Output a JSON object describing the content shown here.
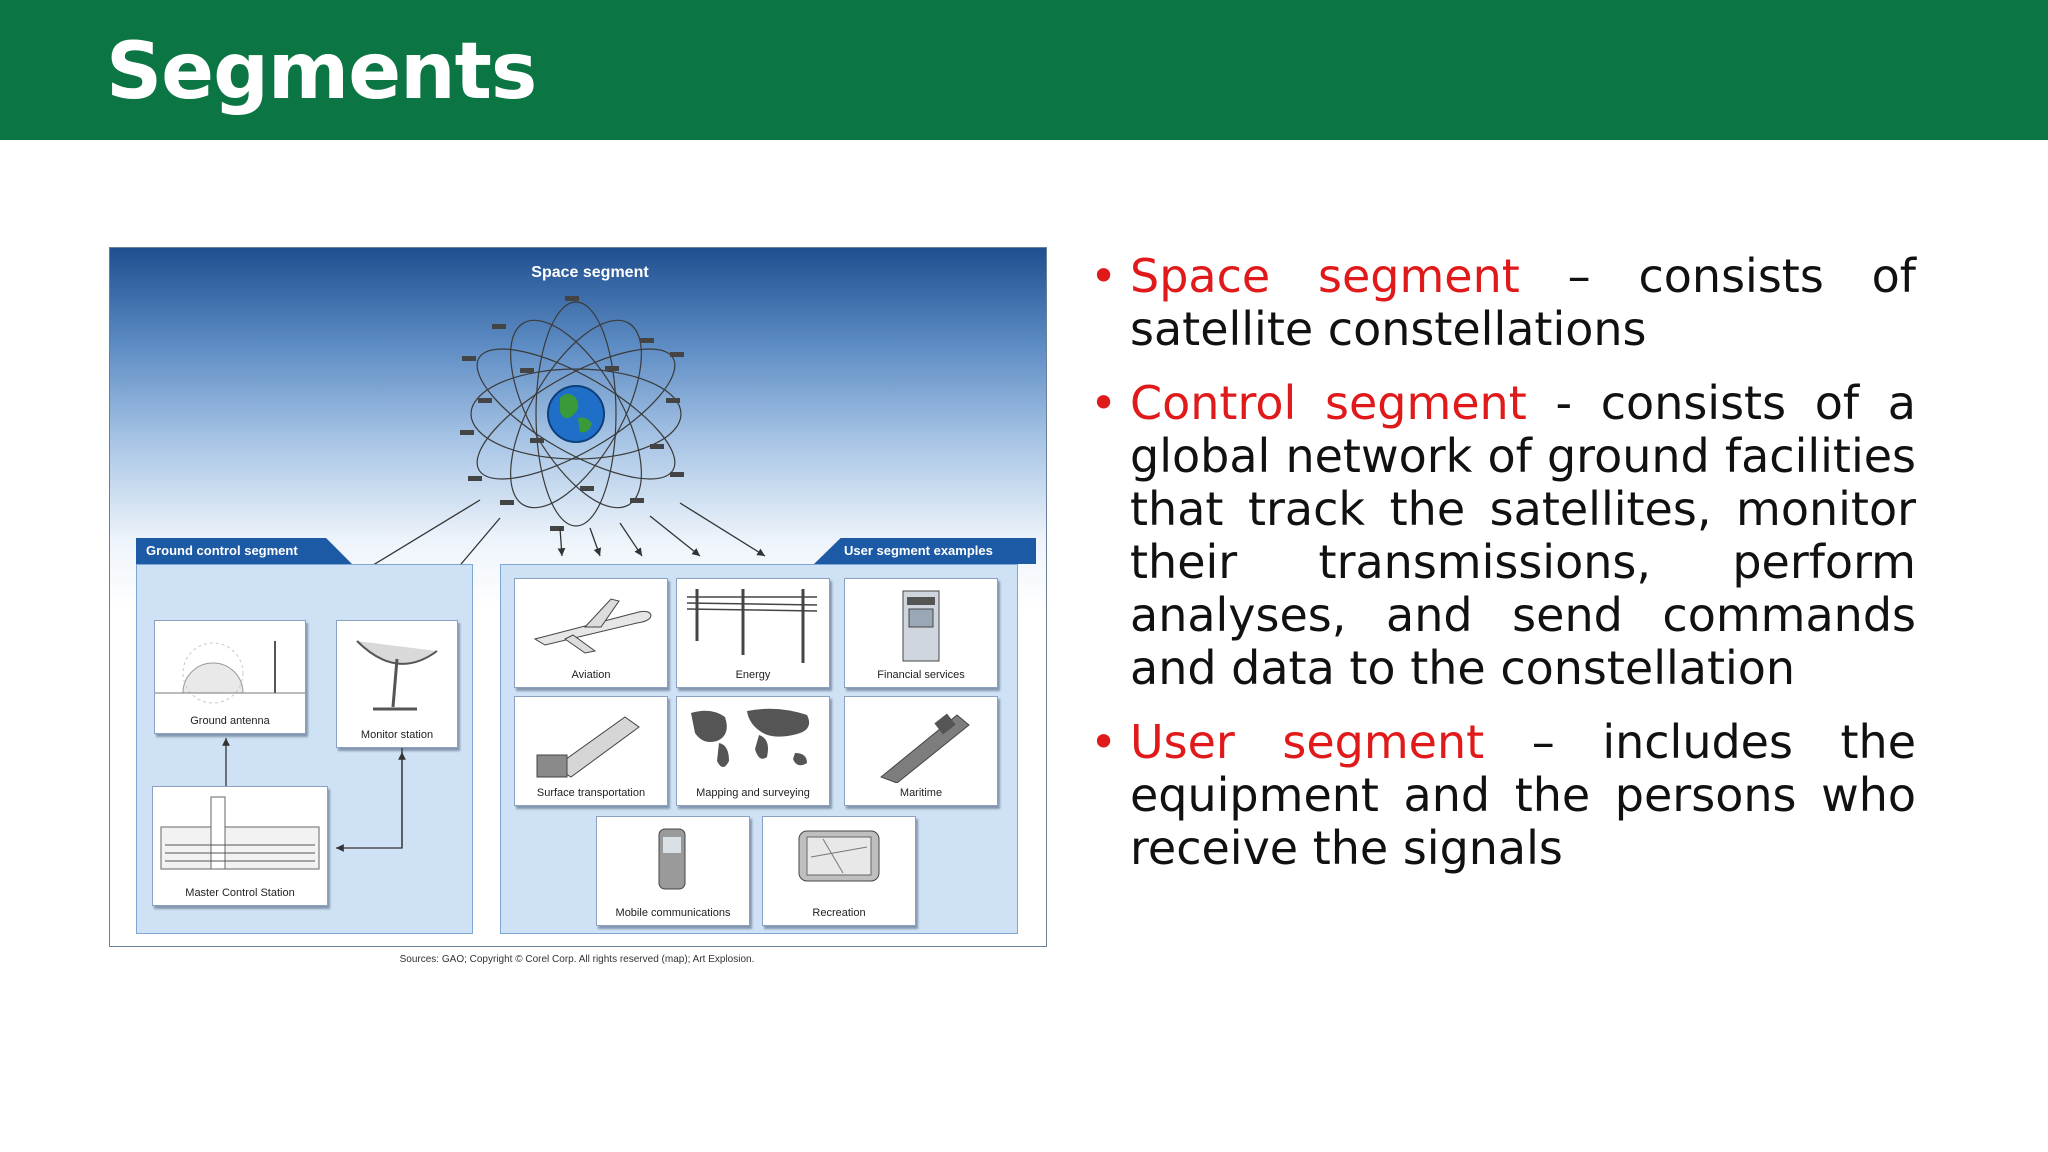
{
  "slide": {
    "title": "Segments"
  },
  "figure": {
    "space_label": "Space segment",
    "ground_label": "Ground control segment",
    "user_label": "User segment examples",
    "ground_items": [
      "Ground antenna",
      "Monitor station",
      "Master Control Station"
    ],
    "user_items": [
      "Aviation",
      "Energy",
      "Financial services",
      "Surface transportation",
      "Mapping and surveying",
      "Maritime",
      "Mobile communications",
      "Recreation"
    ],
    "source": "Sources: GAO; Copyright © Corel Corp. All rights reserved (map); Art Explosion."
  },
  "bullets": [
    {
      "term": "Space segment",
      "text": " – consists of satellite constellations"
    },
    {
      "term": "Control segment",
      "text": " - consists of a global network of ground facilities that track the satellites, monitor their transmissions, perform analyses, and send commands and data to the constellation"
    },
    {
      "term": "User segment",
      "text": " – includes the equipment and the persons who receive the signals"
    }
  ],
  "colors": {
    "header": "#0b7543",
    "term": "#e01a1a",
    "panel_tab": "#1d5aa6"
  }
}
